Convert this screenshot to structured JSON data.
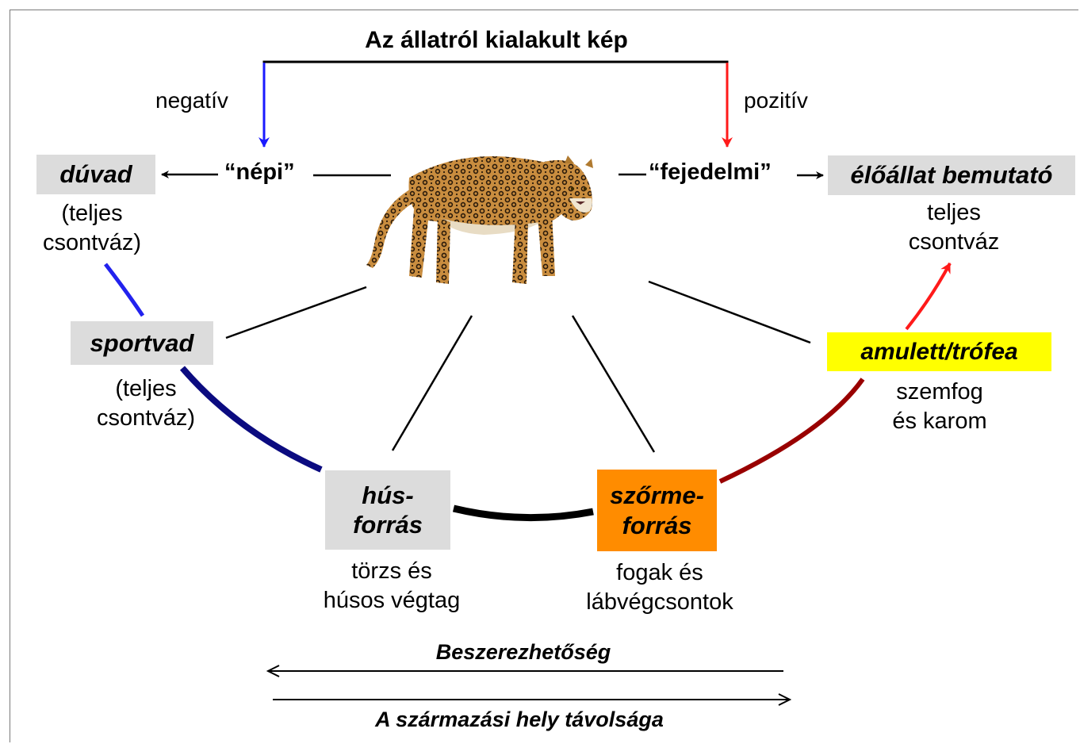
{
  "title": "Az állatról kialakult kép",
  "branches": {
    "negative": "negatív",
    "positive": "pozitív"
  },
  "views": {
    "folk": "“népi”",
    "royal": "“fejedelmi”"
  },
  "nodes": {
    "duvad": {
      "label": "dúvad",
      "caption_1": "(teljes",
      "caption_2": "csontváz)"
    },
    "eloallat": {
      "label": "élőállat bemutató",
      "caption_1": "teljes",
      "caption_2": "csontváz"
    },
    "sportvad": {
      "label": "sportvad",
      "caption_1": "(teljes",
      "caption_2": "csontváz)"
    },
    "amulett": {
      "label": "amulett/trófea",
      "caption_1": "szemfog",
      "caption_2": "és karom"
    },
    "husforras": {
      "label_1": "hús-",
      "label_2": "forrás",
      "caption_1": "törzs és",
      "caption_2": "húsos végtag"
    },
    "szormeforras": {
      "label_1": "szőrme-",
      "label_2": "forrás",
      "caption_1": "fogak és",
      "caption_2": "lábvégcsontok"
    }
  },
  "axes": {
    "availability": "Beszerezhetőség",
    "distance": "A származási hely távolsága"
  },
  "colors": {
    "negative": "#1a1aff",
    "positive": "#ff1a1a",
    "dark_blue": "#000080",
    "dark_red": "#990000",
    "grey_box": "#dcdcdc",
    "yellow_box": "#ffff00",
    "orange_box": "#ff8c00"
  },
  "image": "leopard-photo"
}
